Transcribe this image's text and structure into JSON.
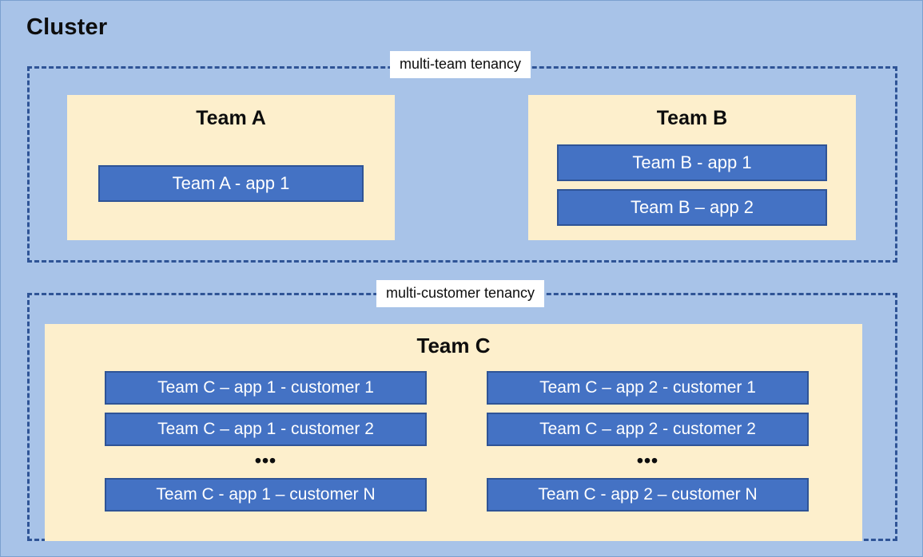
{
  "diagram": {
    "title": "Cluster",
    "colors": {
      "background": "#a8c3e8",
      "team_box": "#fdefcc",
      "app_box": "#4472c4",
      "app_box_border": "#2f5496",
      "dashed_border": "#2f5496",
      "app_text": "#ffffff",
      "title_text": "#0d0d0d",
      "label_background": "#ffffff"
    },
    "groups": [
      {
        "id": "multi-team",
        "label": "multi-team tenancy",
        "teams": [
          {
            "id": "team-a",
            "title": "Team A",
            "apps": [
              {
                "label": "Team A - app 1"
              }
            ]
          },
          {
            "id": "team-b",
            "title": "Team B",
            "apps": [
              {
                "label": "Team B - app 1"
              },
              {
                "label": "Team B – app 2"
              }
            ]
          }
        ]
      },
      {
        "id": "multi-customer",
        "label": "multi-customer tenancy",
        "teams": [
          {
            "id": "team-c",
            "title": "Team C",
            "columns": [
              {
                "id": "app-1",
                "items": [
                  {
                    "label": "Team C – app 1 - customer 1"
                  },
                  {
                    "label": "Team C – app 1 - customer 2"
                  }
                ],
                "ellipsis": "•••",
                "last": {
                  "label": "Team C - app 1 – customer N"
                }
              },
              {
                "id": "app-2",
                "items": [
                  {
                    "label": "Team C – app 2 - customer 1"
                  },
                  {
                    "label": "Team C – app 2 - customer 2"
                  }
                ],
                "ellipsis": "•••",
                "last": {
                  "label": "Team C - app 2 – customer N"
                }
              }
            ]
          }
        ]
      }
    ]
  }
}
